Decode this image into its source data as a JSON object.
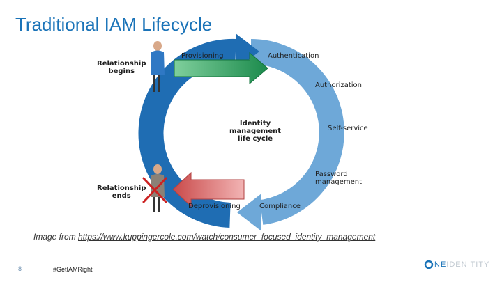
{
  "slide": {
    "title": "Traditional IAM Lifecycle",
    "caption_prefix": "Image from ",
    "caption_link": "https://www.kuppingercole.com/watch/consumer_focused_identity_management",
    "page_number": "8",
    "hashtag": "#GetIAMRight",
    "logo": {
      "part1": "NE ",
      "part2": "IDEN",
      "part3": "TITY"
    }
  },
  "diagram": {
    "center_label": [
      "Identity",
      "management",
      "life cycle"
    ],
    "relationship_begins": [
      "Relationship",
      "begins"
    ],
    "relationship_ends": [
      "Relationship",
      "ends"
    ],
    "stages": {
      "provisioning": "Provisioning",
      "authentication": "Authentication",
      "authorization": "Authorization",
      "self_service": "Self-service",
      "password_management": [
        "Password",
        "management"
      ],
      "compliance": "Compliance",
      "deprovisioning": "Deprovisioning"
    },
    "colors": {
      "title": "#1a73b8",
      "dark_blue": "#1f6db3",
      "light_blue": "#6ea8d8",
      "green_arrow": "#2e9a5a",
      "red_arrow": "#d56a6a",
      "x_mark": "#cc2222"
    }
  }
}
